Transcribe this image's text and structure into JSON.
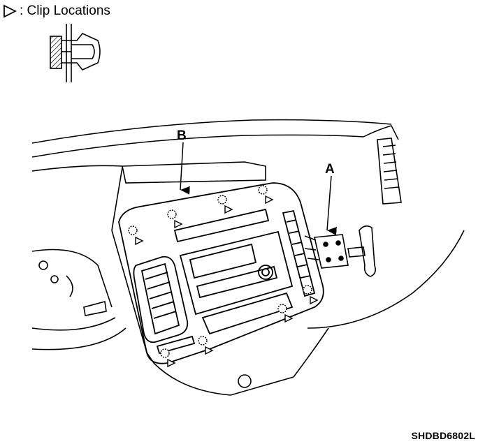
{
  "legend": {
    "label": ": Clip Locations",
    "icon": "clip-triangle-icon"
  },
  "callouts": {
    "a": "A",
    "b": "B"
  },
  "figure_code": "SHDBD6802L"
}
